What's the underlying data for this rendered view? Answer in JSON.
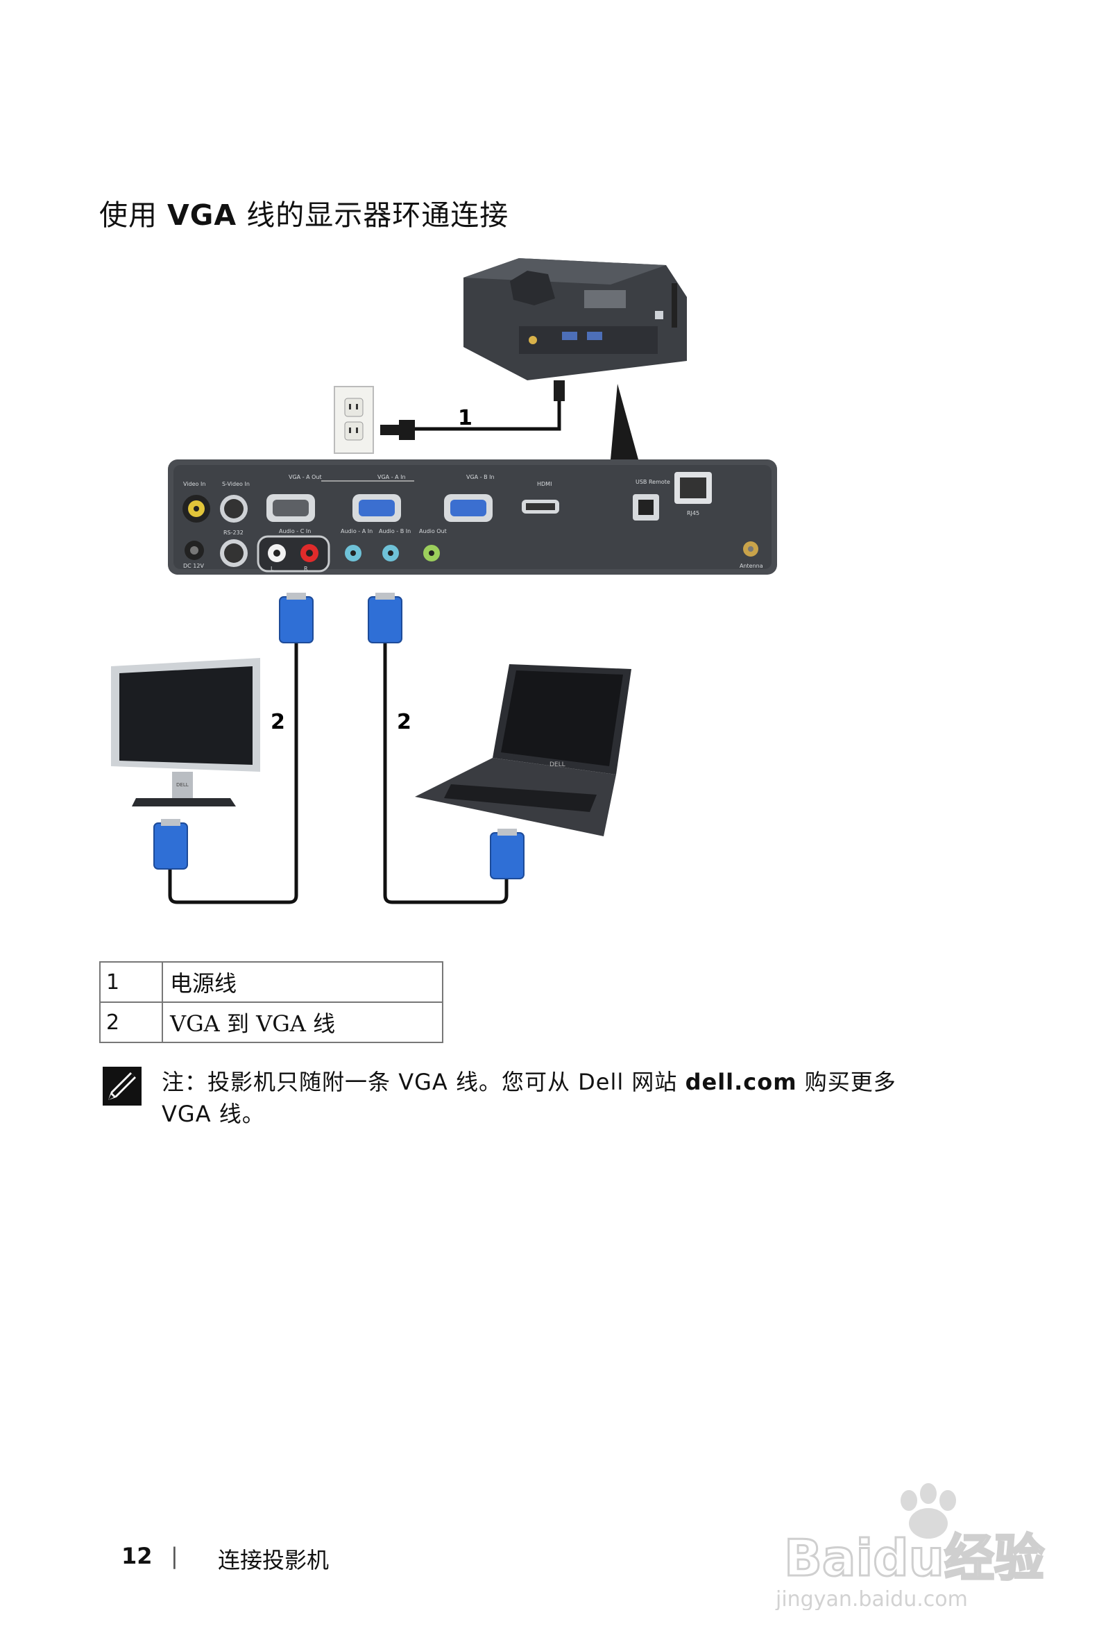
{
  "title": {
    "prefix": "使用 ",
    "bold": "VGA",
    "suffix": " 线的显示器环通连接"
  },
  "diagram": {
    "callouts": [
      "1",
      "2",
      "2"
    ],
    "panel_labels": {
      "video_in": "Video In",
      "svideo_in": "S-Video In",
      "vga_a_out": "VGA - A Out",
      "vga_a_in": "VGA - A In",
      "vga_b_in": "VGA - B In",
      "hdmi": "HDMI",
      "usb_remote": "USB Remote",
      "rj45": "RJ45",
      "rs232": "RS-232",
      "audio_c_in": "Audio - C In",
      "audio_a_in": "Audio - A In",
      "audio_b_in": "Audio - B In",
      "audio_out": "Audio Out",
      "dc12v": "DC 12V",
      "antenna": "Antenna",
      "left": "L",
      "right": "R"
    },
    "laptop_brand": "DELL",
    "monitor_brand": "DELL"
  },
  "legend": [
    {
      "number": "1",
      "description": "电源线"
    },
    {
      "number": "2",
      "description": "VGA 到 VGA 线"
    }
  ],
  "note": {
    "label": "注：",
    "text_before": "投影机只随附一条 VGA 线。您可从 Dell 网站 ",
    "link_text": "dell.com",
    "text_after": " 购买更多 VGA 线。"
  },
  "footer": {
    "page_number": "12",
    "separator": "|",
    "section": "连接投影机"
  },
  "watermark": {
    "brand": "Baidu经验",
    "url": "jingyan.baidu.com"
  }
}
